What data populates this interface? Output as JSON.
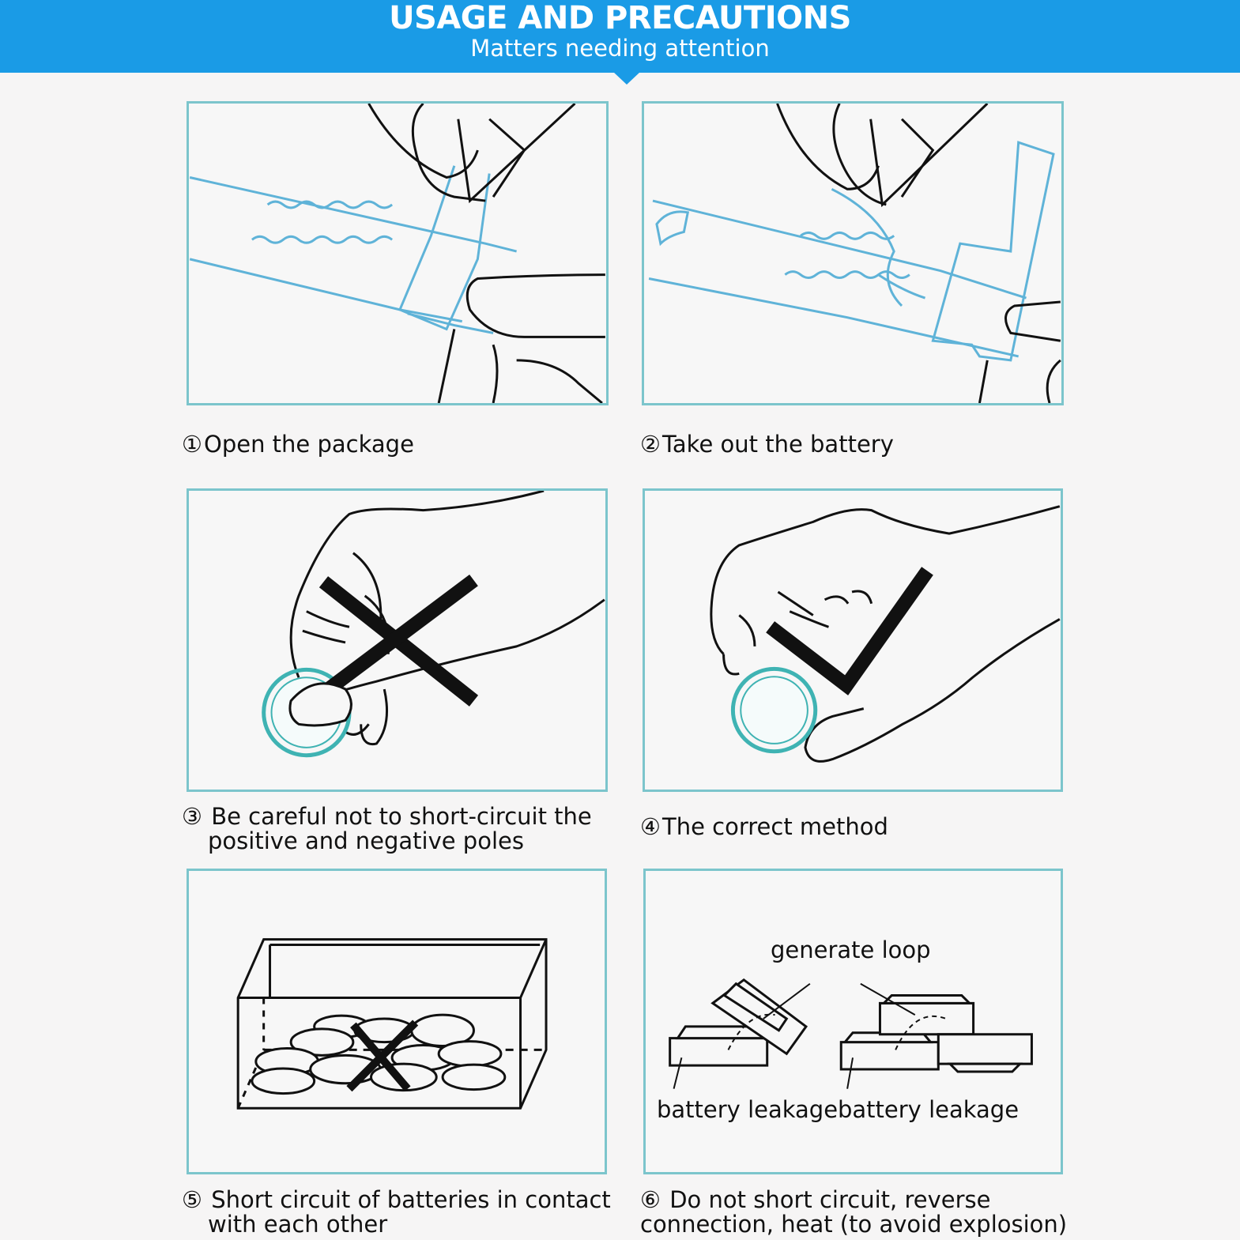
{
  "header": {
    "title": "USAGE AND PRECAUTIONS",
    "subtitle": "Matters needing attention"
  },
  "steps": [
    {
      "num": "①",
      "line1": "Open the package",
      "line2": ""
    },
    {
      "num": "②",
      "line1": "Take out the battery",
      "line2": ""
    },
    {
      "num": "③",
      "line1": "Be careful not to short-circuit the",
      "line2": "positive and negative poles"
    },
    {
      "num": "④",
      "line1": "The correct method",
      "line2": ""
    },
    {
      "num": "⑤",
      "line1": "Short circuit of batteries in contact",
      "line2": "with each other"
    },
    {
      "num": "⑥",
      "line1": "Do not short circuit, reverse",
      "line2": "connection, heat (to avoid explosion)"
    }
  ],
  "panel6": {
    "top_label": "generate loop",
    "left_label": "battery leakage",
    "right_label": "battery leakage"
  },
  "colors": {
    "banner": "#1a9be6",
    "panel_border": "#7cc5cc",
    "accent_blue": "#5fb3d8"
  }
}
